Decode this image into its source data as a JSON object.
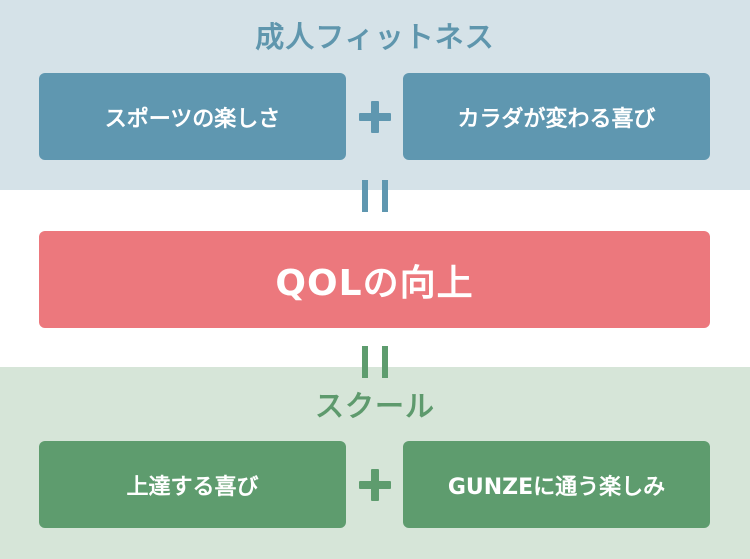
{
  "top": {
    "title": "成人フィットネス",
    "left_box": "スポーツの楽しさ",
    "right_box": "カラダが変わる喜び"
  },
  "center": {
    "label": "QOLの向上"
  },
  "bottom": {
    "title": "スクール",
    "left_box": "上達する喜び",
    "right_box": "GUNZEに通う楽しみ"
  },
  "colors": {
    "blue": "#5f97b0",
    "green": "#5e9c6e",
    "red": "#ec787d",
    "top_band": "#d5e2e8",
    "bottom_band": "#d6e5d8"
  },
  "icons": {
    "plus": "plus-icon",
    "equals": "equals-icon"
  }
}
